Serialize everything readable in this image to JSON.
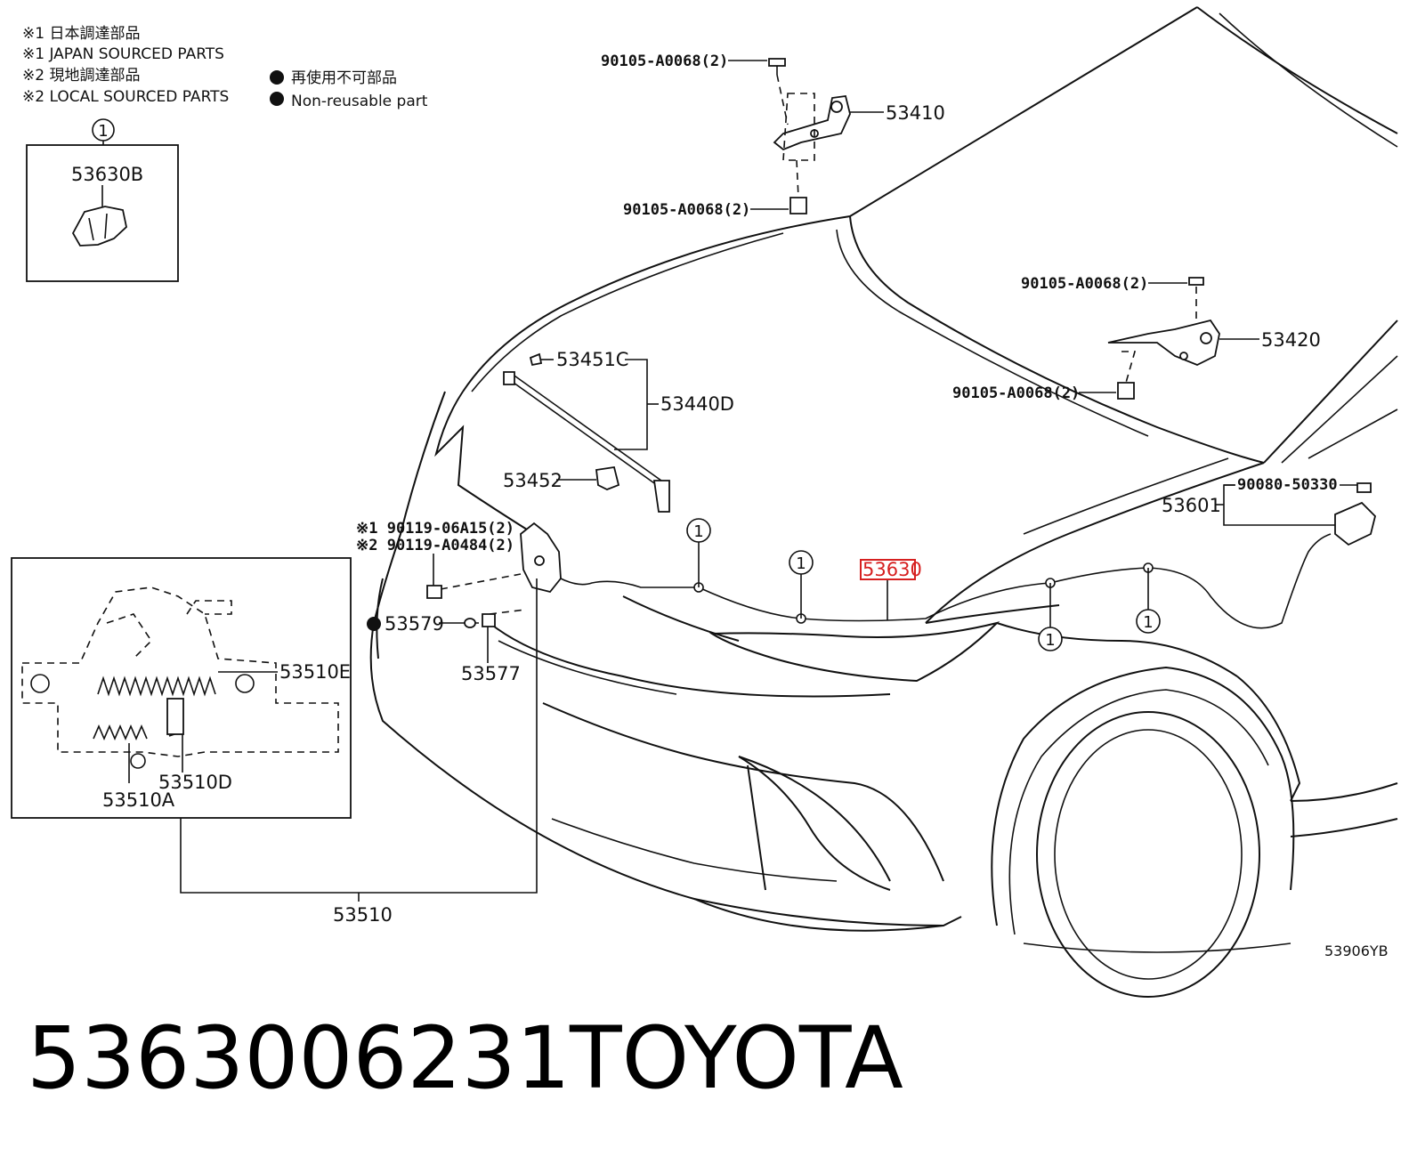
{
  "notes": {
    "n1_jp": "※1 日本調達部品",
    "n1_en": "※1 JAPAN SOURCED PARTS",
    "n2_jp": "※2 現地調達部品",
    "n2_en": "※2 LOCAL SOURCED PARTS",
    "nonreuse_jp": "再使用不可部品",
    "nonreuse_en": "Non-reusable part"
  },
  "inset_b": {
    "marker": "1",
    "label": "53630B"
  },
  "labels": {
    "bolt_top1": "90105-A0068(2)",
    "bolt_top2": "90105-A0068(2)",
    "bolt_r1": "90105-A0068(2)",
    "bolt_r2": "90105-A0068(2)",
    "hinge_l": "53410",
    "hinge_r": "53420",
    "clip_451c": "53451C",
    "rod_440d": "53440D",
    "hold_452": "53452",
    "n1_bolt": "※1 90119-06A15(2)",
    "n2_bolt": "※2 90119-A0484(2)",
    "cushion_579": "53579",
    "clip_577": "53577",
    "cable": "53630",
    "handle_601": "53601",
    "screw_330": "90080-50330",
    "lock_assy": "53510",
    "spring_e": "53510E",
    "spring_d": "53510D",
    "spring_a": "53510A",
    "figure_code": "53906YB"
  },
  "callouts": [
    "1",
    "1",
    "1",
    "1",
    "1"
  ],
  "footer": {
    "part_number": "5363006231",
    "brand": "TOYOTA"
  },
  "colors": {
    "highlight": "#d62020",
    "ink": "#111111"
  }
}
